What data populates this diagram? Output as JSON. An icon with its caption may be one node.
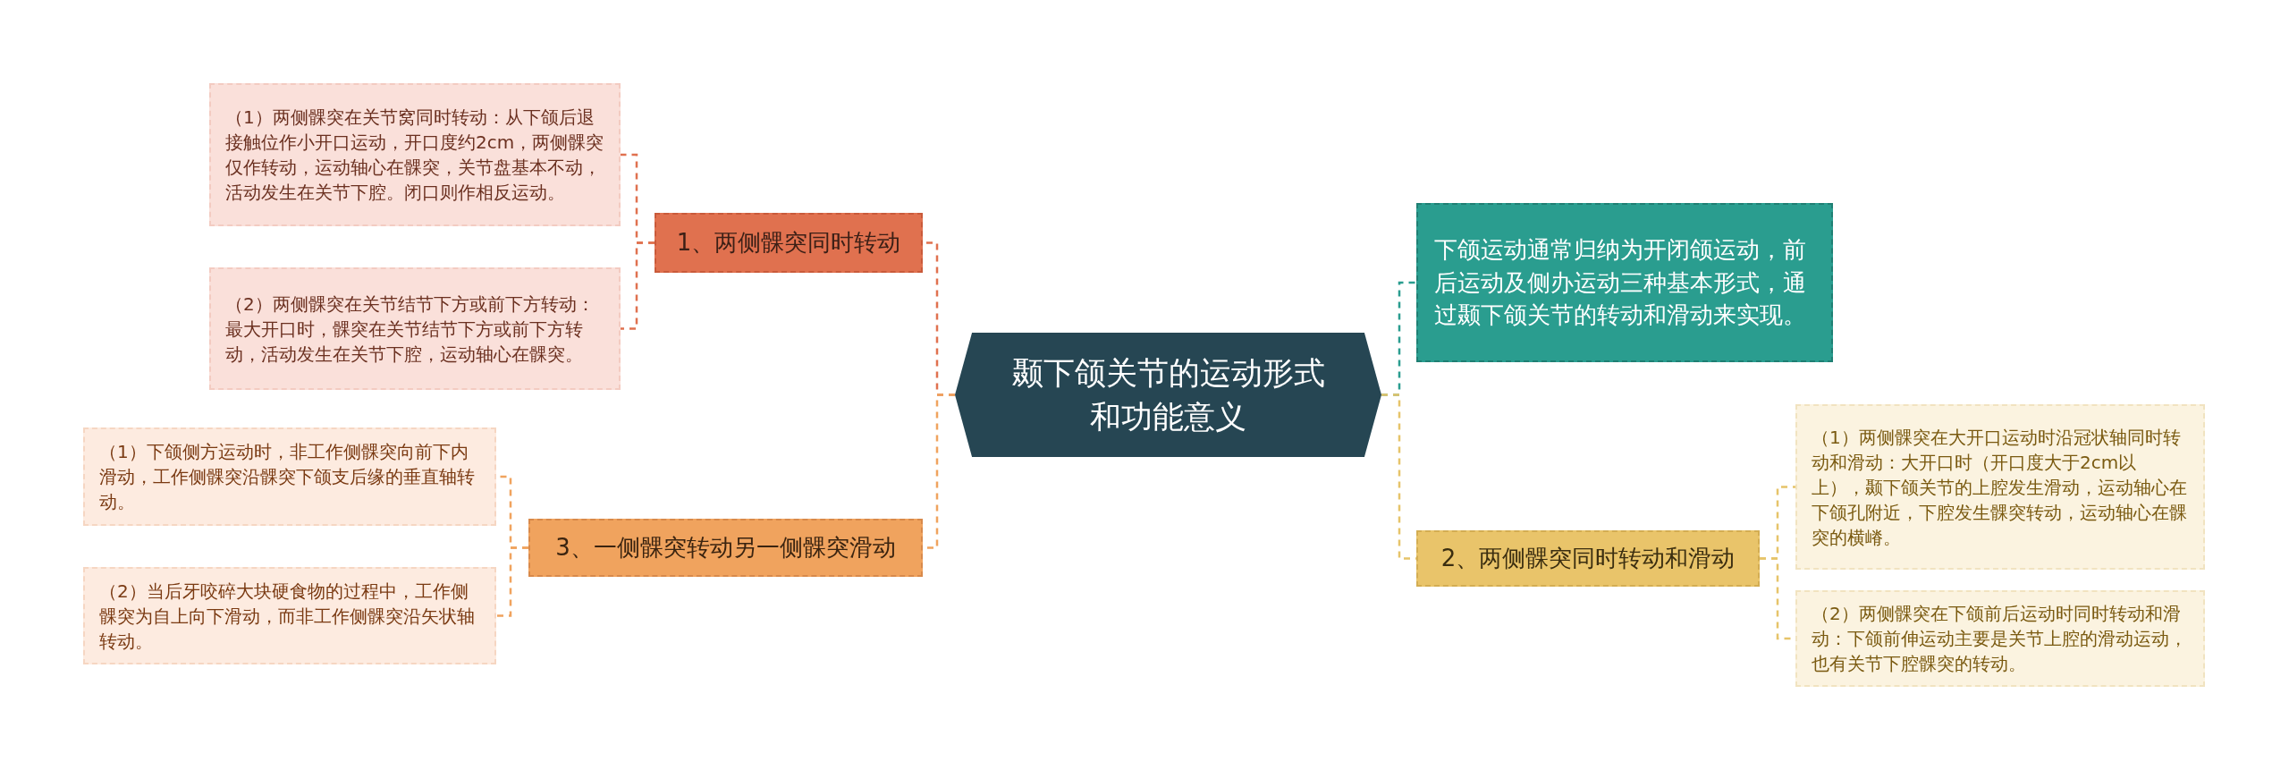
{
  "diagram": {
    "nodes": [
      {
        "text": [
          "颞下颌关节的运动形式和功能意义"
        ]
      },
      {
        "text": [
          "1、两侧髁突同时转动"
        ]
      },
      {
        "text": [
          "（1）两侧髁突在关节窝同时转动：从下颌后退接触位作小开口运动，开口度约2cm，两侧髁突仅作转动，运动轴心在髁突，关节盘基本不动，活动发生在关节下腔。闭口则作相反运动。"
        ]
      },
      {
        "text": [
          "（2）两侧髁突在关节结节下方或前下方转动：最大开口时，髁突在关节结节下方或前下方转动，活动发生在关节下腔，运动轴心在髁突。"
        ]
      },
      {
        "text": [
          "3、一侧髁突转动另一侧髁突滑动"
        ]
      },
      {
        "text": [
          "（1）下颌侧方运动时，非工作侧髁突向前下内滑动，工作侧髁突沿髁突下颌支后缘的垂直轴转动。"
        ]
      },
      {
        "text": [
          "（2）当后牙咬碎大块硬食物的过程中，工作侧髁突为自上向下滑动，而非工作侧髁突沿矢状轴转动。"
        ]
      },
      {
        "text": [
          "下颌运动通常归纳为开闭颌运动，前后运动及侧办运动三种基本形式，通过颞下颌关节的转动和滑动来实现。"
        ]
      },
      {
        "text": [
          "2、两侧髁突同时转动和滑动"
        ]
      },
      {
        "text": [
          "（1）两侧髁突在大开口运动时沿冠状轴同时转动和滑动：大开口时（开口度大于2cm以上），颞下颌关节的上腔发生滑动，运动轴心在下颌孔附近，下腔发生髁突转动，运动轴心在髁突的横嵴。"
        ]
      },
      {
        "text": [
          "（2）两侧髁突在下颌前后运动时同时转动和滑动：下颌前伸运动主要是关节上腔的滑动运动，也有关节下腔髁突的转动。"
        ]
      }
    ],
    "edges": [
      {
        "from": 0,
        "to": 1,
        "arrow": "none",
        "style": "dashed",
        "color": "#e0714f"
      },
      {
        "from": 1,
        "to": 2,
        "arrow": "none",
        "style": "dashed",
        "color": "#e0714f"
      },
      {
        "from": 1,
        "to": 3,
        "arrow": "none",
        "style": "dashed",
        "color": "#e0714f"
      },
      {
        "from": 0,
        "to": 4,
        "arrow": "none",
        "style": "dashed",
        "color": "#f0a35e"
      },
      {
        "from": 4,
        "to": 5,
        "arrow": "none",
        "style": "dashed",
        "color": "#f0a35e"
      },
      {
        "from": 4,
        "to": 6,
        "arrow": "none",
        "style": "dashed",
        "color": "#f0a35e"
      },
      {
        "from": 0,
        "to": 7,
        "arrow": "none",
        "style": "dashed",
        "color": "#2a9d8f"
      },
      {
        "from": 0,
        "to": 8,
        "arrow": "none",
        "style": "dashed",
        "color": "#e6c46a"
      },
      {
        "from": 8,
        "to": 9,
        "arrow": "none",
        "style": "dashed",
        "color": "#e6c46a"
      },
      {
        "from": 8,
        "to": 10,
        "arrow": "none",
        "style": "dashed",
        "color": "#e6c46a"
      }
    ]
  }
}
